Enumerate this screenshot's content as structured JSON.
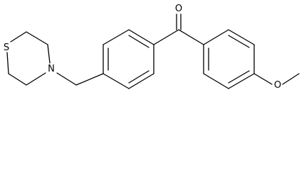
{
  "molecule": {
    "atoms": {
      "sulfur": "S",
      "nitrogen": "N",
      "carbonyl_oxygen": "O",
      "methoxy_oxygen": "O"
    }
  },
  "colors": {
    "bond": "#000000",
    "background": "#ffffff"
  }
}
